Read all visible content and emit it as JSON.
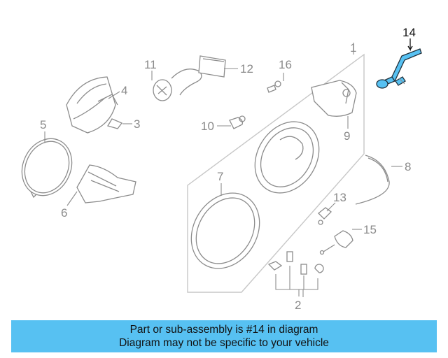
{
  "parts": [
    {
      "number": "1"
    },
    {
      "number": "2"
    },
    {
      "number": "3"
    },
    {
      "number": "4"
    },
    {
      "number": "5"
    },
    {
      "number": "6"
    },
    {
      "number": "7"
    },
    {
      "number": "8"
    },
    {
      "number": "9"
    },
    {
      "number": "10"
    },
    {
      "number": "11"
    },
    {
      "number": "12"
    },
    {
      "number": "13"
    },
    {
      "number": "14"
    },
    {
      "number": "15"
    },
    {
      "number": "16"
    }
  ],
  "highlight": {
    "part_number": "14",
    "color": "#57c1f2"
  },
  "banner": {
    "line1": "Part or sub-assembly is #14 in diagram",
    "line2": "Diagram may not be specific to your vehicle",
    "background": "#57c1f2"
  }
}
